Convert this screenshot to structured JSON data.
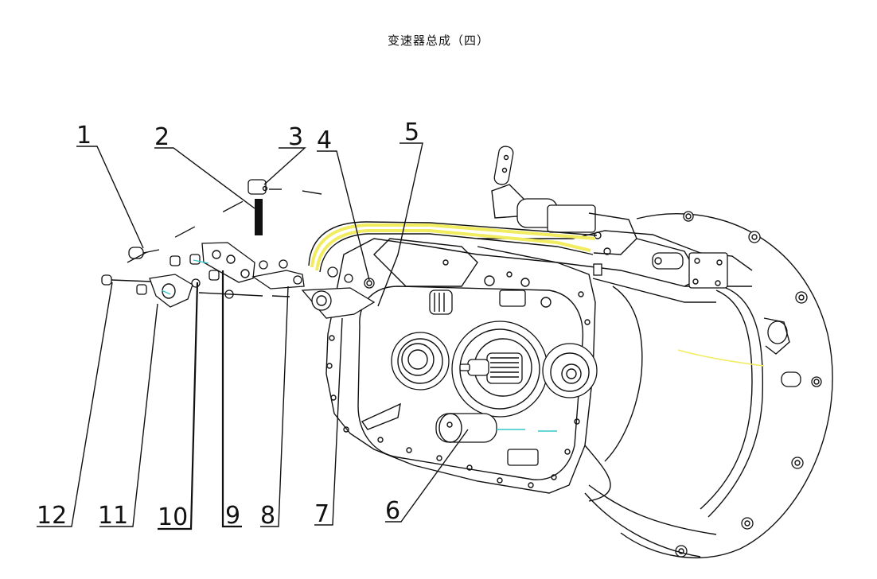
{
  "title": "变速器总成（四）",
  "colors": {
    "line": "#111111",
    "tube_highlight": "#f2ec60",
    "center_line": "#35c6c9",
    "background": "#ffffff"
  },
  "callouts": [
    {
      "number": "1"
    },
    {
      "number": "2"
    },
    {
      "number": "3"
    },
    {
      "number": "4"
    },
    {
      "number": "5"
    },
    {
      "number": "6"
    },
    {
      "number": "7"
    },
    {
      "number": "8"
    },
    {
      "number": "9"
    },
    {
      "number": "10"
    },
    {
      "number": "11"
    },
    {
      "number": "12"
    }
  ]
}
